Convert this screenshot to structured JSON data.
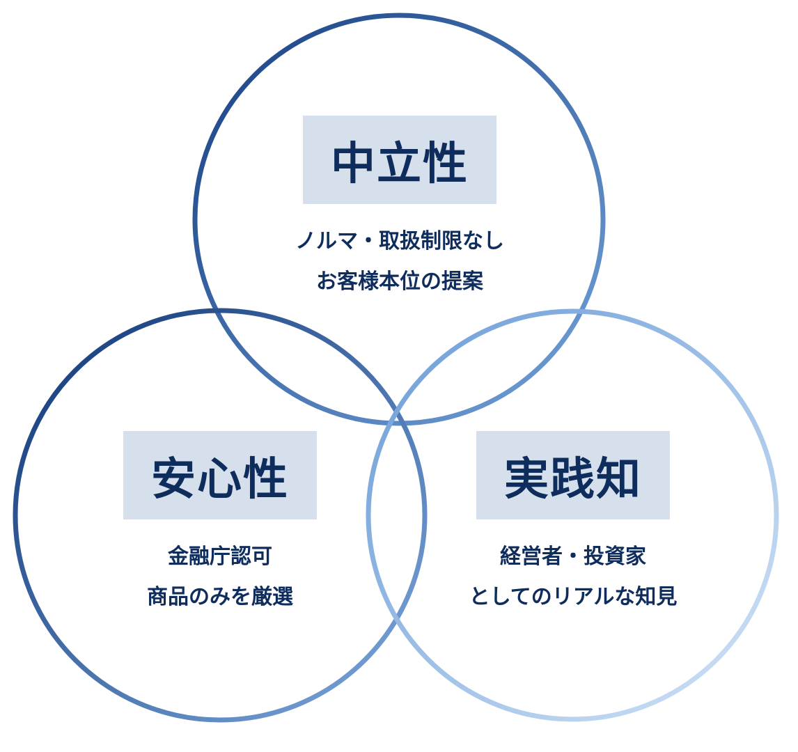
{
  "circles": [
    {
      "id": "neutrality",
      "title": "中立性",
      "lines": [
        "ノルマ・取扱制限なし",
        "お客様本位の提案"
      ],
      "gradient": [
        "#163f82",
        "#74a3da"
      ]
    },
    {
      "id": "safety",
      "title": "安心性",
      "lines": [
        "金融庁認可",
        "商品のみを厳選"
      ],
      "gradient": [
        "#0f3676",
        "#7ea9de"
      ]
    },
    {
      "id": "practical",
      "title": "実践知",
      "lines": [
        "経営者・投資家",
        "としてのリアルな知見"
      ],
      "gradient": [
        "#6a9cd6",
        "#d3e4f7"
      ]
    }
  ],
  "colors": {
    "box_bg": "#d5e0ec",
    "text": "#0f2d5c"
  }
}
